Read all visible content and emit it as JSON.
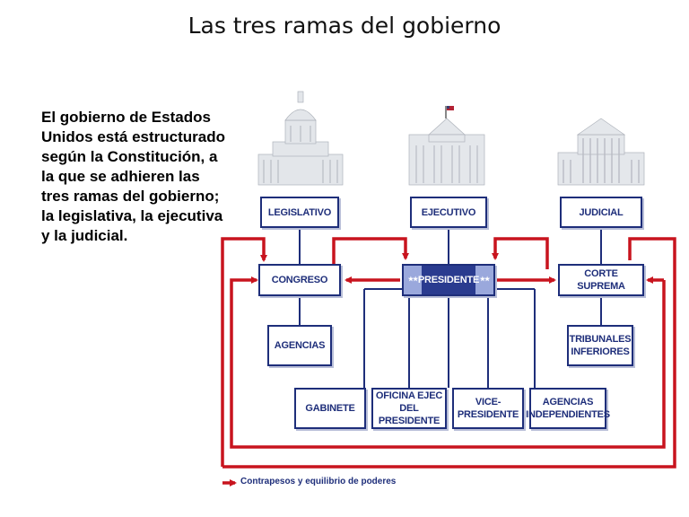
{
  "page": {
    "title": "Las tres ramas del gobierno",
    "intro_text": "El gobierno de Estados Unidos está estructurado según la Constitución, a la que se adhieren las tres ramas del gobierno; la legislativa, la ejecutiva y la judicial."
  },
  "diagram": {
    "branches": {
      "legislative": "LEGISLATIVO",
      "executive": "EJECUTIVO",
      "judicial": "JUDICIAL"
    },
    "bodies": {
      "congress": "CONGRESO",
      "president": "PRESIDENTE",
      "supreme_court": "CORTE SUPREMA"
    },
    "sub_units": {
      "agencies": "AGENCIAS",
      "lower_courts_line1": "TRIBUNALES",
      "lower_courts_line2": "INFERIORES",
      "cabinet": "GABINETE",
      "exec_office_line1": "OFICINA EJEC",
      "exec_office_line2": "DEL PRESIDENTE",
      "vp_line1": "VICE-",
      "vp_line2": "PRESIDENTE",
      "indep_line1": "AGENCIAS",
      "indep_line2": "INDEPENDIENTES"
    },
    "legend": "Contrapesos y equilibrio de poderes"
  },
  "colors": {
    "box_border": "#1e2e7a",
    "arrow_red": "#c8141e",
    "president_fill": "#2a3b8f"
  },
  "icons": {
    "legislative_building": "capitol-building-icon",
    "executive_building": "white-house-icon",
    "judicial_building": "supreme-court-building-icon"
  }
}
